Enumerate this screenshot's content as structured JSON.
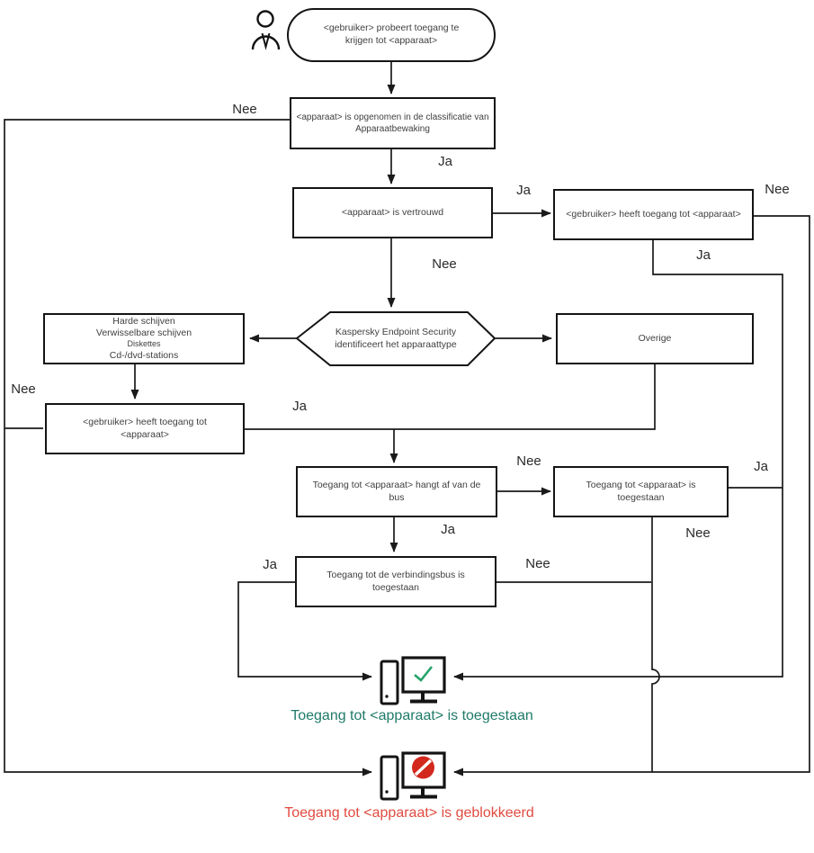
{
  "flow": {
    "start": "<gebruiker> probeert toegang te krijgen tot <apparaat>",
    "classification": "<apparaat> is opgenomen in de classificatie van Apparaatbewaking",
    "trusted": "<apparaat> is vertrouwd",
    "user_access_trusted": "<gebruiker> heeft toegang tot <apparaat>",
    "identify": "Kaspersky Endpoint Security identificeert het apparaattype",
    "disk_types": [
      "Harde schijven",
      "Verwisselbare schijven",
      "Diskettes",
      "Cd-/dvd-stations"
    ],
    "other": "Overige",
    "user_access_disk": "<gebruiker> heeft toegang tot <apparaat>",
    "bus_depends": "Toegang tot <apparaat> hangt af van de bus",
    "device_access_allowed": "Toegang tot <apparaat> is toegestaan",
    "bus_access_allowed": "Toegang tot de verbindingsbus is toegestaan",
    "labels": {
      "yes": "Ja",
      "no": "Nee"
    },
    "results": {
      "allowed": "Toegang tot <apparaat> is toegestaan",
      "blocked": "Toegang tot <apparaat> is geblokkeerd"
    },
    "icons": {
      "actor": "person-outline",
      "allowed": "computer-with-green-check",
      "blocked": "computer-with-prohibition-sign"
    },
    "colors": {
      "allowed_text": "#1f7a68",
      "blocked_text": "#e04b40",
      "check_icon": "#26a269",
      "prohibit_icon": "#d2281e",
      "line": "#1a1a1a"
    }
  }
}
